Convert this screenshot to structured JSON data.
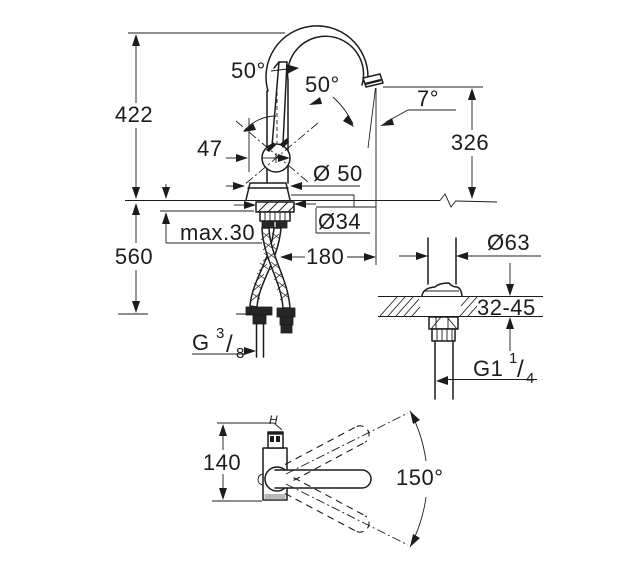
{
  "colors": {
    "line": "#1c1c1c",
    "background": "#ffffff",
    "hardware_fill": "#262626",
    "base_band": "#b8b8b8"
  },
  "front_view": {
    "height_above_counter": "422",
    "total_height": "560",
    "outlet_height": "326",
    "handle_swing_left": "50°",
    "handle_swing_right": "50°",
    "outlet_angle": "7°",
    "handle_offset": "47",
    "base_diameter": "Ø 50",
    "shank_diameter": "Ø34",
    "counter_thickness_max": "max.30",
    "spout_reach": "180",
    "supply_thread": {
      "base": "G",
      "sup": "3",
      "slash": "/",
      "sub": "8"
    }
  },
  "drain_view": {
    "cap_diameter": "Ø63",
    "deck_thickness_range": "32-45",
    "thread": {
      "base": "G1",
      "sup": "1",
      "slash": "/",
      "sub": "4"
    }
  },
  "top_view": {
    "body_depth": "140",
    "swivel_angle": "150°",
    "handle_mark": "H"
  }
}
